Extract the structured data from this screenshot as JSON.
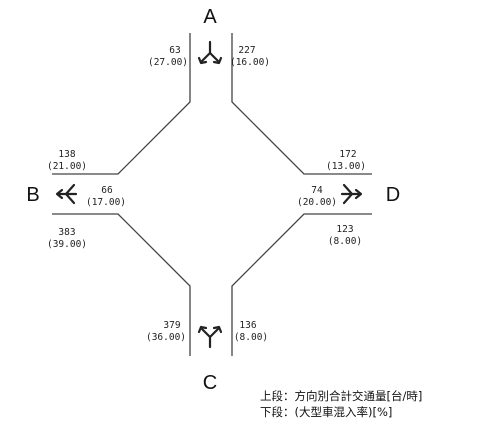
{
  "nodes": {
    "a": "A",
    "b": "B",
    "c": "C",
    "d": "D"
  },
  "flows": {
    "a_left": {
      "count": "63",
      "ratio": "(27.00)"
    },
    "a_right": {
      "count": "227",
      "ratio": "(16.00)"
    },
    "b_top": {
      "count": "138",
      "ratio": "(21.00)"
    },
    "b_mid": {
      "count": "66",
      "ratio": "(17.00)"
    },
    "b_bottom": {
      "count": "383",
      "ratio": "(39.00)"
    },
    "d_top": {
      "count": "172",
      "ratio": "(13.00)"
    },
    "d_mid": {
      "count": "74",
      "ratio": "(20.00)"
    },
    "d_bottom": {
      "count": "123",
      "ratio": "(8.00)"
    },
    "c_left": {
      "count": "379",
      "ratio": "(36.00)"
    },
    "c_right": {
      "count": "136",
      "ratio": "(8.00)"
    }
  },
  "legend": {
    "upper": "上段：方向別合計交通量[台/時]",
    "lower": "下段：(大型車混入率)[%]"
  },
  "icons": [
    "arrow-a-icon",
    "arrow-b-icon",
    "arrow-c-icon",
    "arrow-d-icon"
  ]
}
